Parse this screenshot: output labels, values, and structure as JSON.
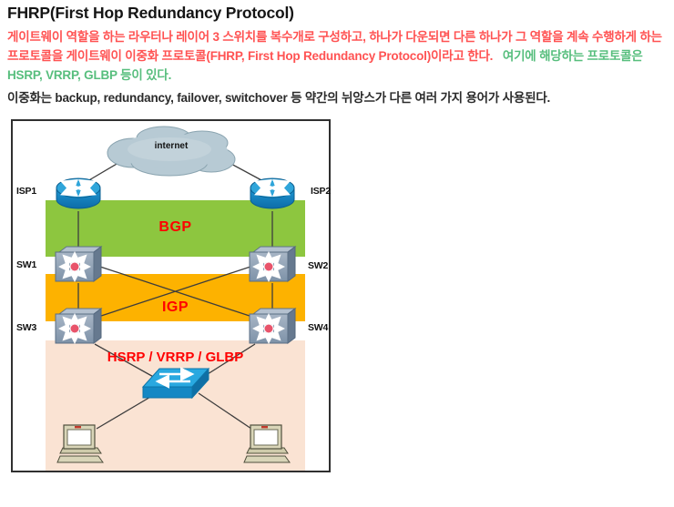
{
  "page": {
    "title": "FHRP(First Hop Redundancy Protocol)",
    "intro": {
      "red_text": "게이트웨이 역할을 하는 라우터나 레이어 3 스위치를 복수개로 구성하고, 하나가 다운되면 다른 하나가 그 역할을 계속 수행하게 하는 프로토콜을 게이트웨이 이중화 프로토콜(FHRP, First Hop Redundancy Protocol)이라고 한다.",
      "green_text": "   여기에 해당하는 프로토콜은 HSRP, VRRP, GLBP 등이 있다.",
      "red_color": "#ff5252",
      "green_color": "#57be7d"
    },
    "note": "이중화는 backup, redundancy, failover, switchover 등 약간의 뉘앙스가 다른 여러 가지 용어가 사용된다."
  },
  "diagram": {
    "cloud_label": "internet",
    "label_color": "#ff0000",
    "devices": {
      "isp1": "ISP1",
      "isp2": "ISP2",
      "sw1": "SW1",
      "sw2": "SW2",
      "sw3": "SW3",
      "sw4": "SW4"
    },
    "bands": [
      {
        "label": "BGP",
        "color": "#8dc63f"
      },
      {
        "label": "IGP",
        "color": "#fdb200"
      },
      {
        "label": "HSRP / VRRP / GLBP",
        "color": "#fae3d3"
      }
    ]
  }
}
